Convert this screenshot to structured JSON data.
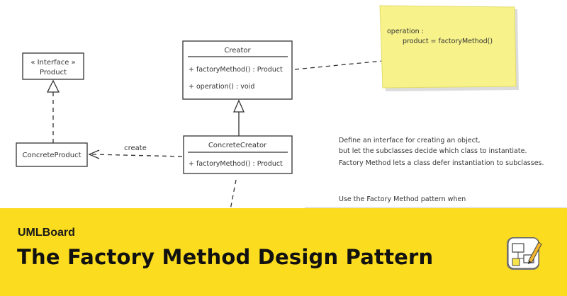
{
  "diagram": {
    "interface_box": {
      "stereotype": "« Interface »",
      "name": "Product"
    },
    "creator_box": {
      "name": "Creator",
      "op1": "+ factoryMethod() : Product",
      "op2": "+ operation() : void"
    },
    "concrete_creator_box": {
      "name": "ConcreteCreator",
      "op1": "+ factoryMethod() : Product"
    },
    "concrete_product_box": {
      "name": "ConcreteProduct"
    },
    "create_label": "create",
    "sticky_note": {
      "line1": "operation :",
      "line2": "product = factoryMethod()"
    },
    "description": [
      "Define an interface for creating an object,",
      "but let the subclasses decide which class to instantiate.",
      "Factory Method lets a class defer instantiation to subclasses."
    ],
    "usage_line": "Use the Factory Method pattern when"
  },
  "banner": {
    "brand": "UMLBoard",
    "title": "The Factory Method Design Pattern",
    "background_color": "#fbdc1f",
    "icon": "umlboard-app-icon"
  }
}
